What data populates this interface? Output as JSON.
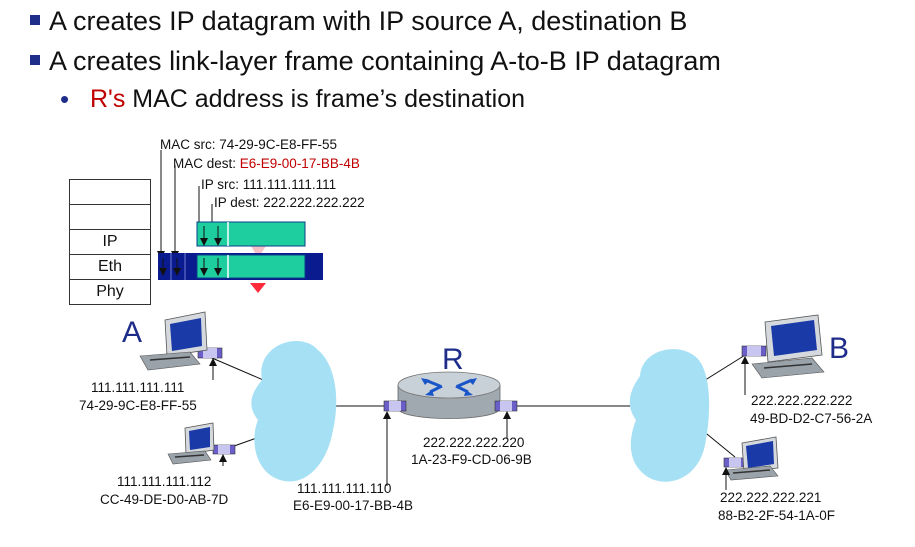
{
  "bullets": {
    "line1": "A creates IP datagram with IP source A, destination B",
    "line2": "A creates link-layer frame containing A-to-B IP datagram",
    "line3_red": "R's",
    "line3_rest": " MAC address is frame’s destination"
  },
  "frame": {
    "mac_src": "MAC src: 74-29-9C-E8-FF-55",
    "mac_dest_label": "MAC dest: ",
    "mac_dest_value": "E6-E9-00-17-BB-4B",
    "ip_src": "IP src: 111.111.111.111",
    "ip_dest": "IP dest: 222.222.222.222"
  },
  "stack": {
    "layer_ip": "IP",
    "layer_eth": "Eth",
    "layer_phy": "Phy"
  },
  "nodes": {
    "a_label": "A",
    "b_label": "B",
    "r_label": "R",
    "host_a_ip": "111.111.111.111",
    "host_a_mac": "74-29-9C-E8-FF-55",
    "host_a2_ip": "111.111.111.112",
    "host_a2_mac": "CC-49-DE-D0-AB-7D",
    "r_left_ip": "111.111.111.110",
    "r_left_mac": "E6-E9-00-17-BB-4B",
    "r_right_ip": "222.222.222.220",
    "r_right_mac": "1A-23-F9-CD-06-9B",
    "host_b_ip": "222.222.222.222",
    "host_b_mac": "49-BD-D2-C7-56-2A",
    "host_b2_ip": "222.222.222.221",
    "host_b2_mac": "88-B2-2F-54-1A-0F"
  },
  "colors": {
    "accent_blue": "#1f2d8a",
    "red": "#c00000",
    "datagram": "#1fce9f",
    "cloud": "#a6e0f5"
  }
}
